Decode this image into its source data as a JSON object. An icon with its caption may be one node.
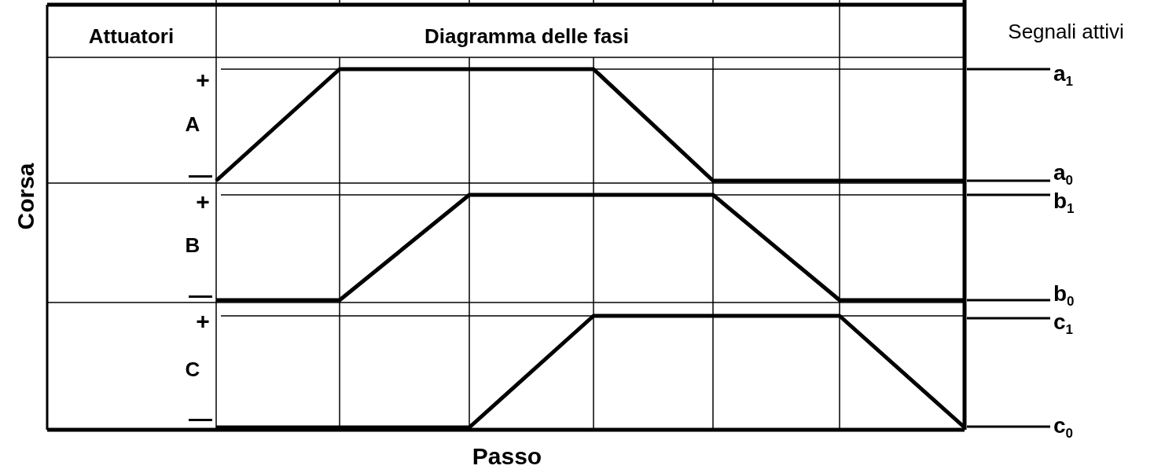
{
  "diagram": {
    "nodes": [
      {
        "text": [
          "a$_{1}$"
        ]
      },
      {
        "text": [
          "a$_{0}$"
        ]
      },
      {
        "text": [
          "b$_{1}$"
        ]
      },
      {
        "text": [
          "b$_{0}$"
        ]
      },
      {
        "text": [
          "c$_{1}$"
        ]
      },
      {
        "text": [
          "c$_{0}$"
        ]
      }
    ],
    "edges": [
      {
        "from": 0,
        "to": null,
        "arrow": "none"
      },
      {
        "from": 1,
        "to": null,
        "arrow": "none"
      },
      {
        "from": 2,
        "to": null,
        "arrow": "none"
      },
      {
        "from": 3,
        "to": null,
        "arrow": "none"
      },
      {
        "from": 4,
        "to": null,
        "arrow": "none"
      },
      {
        "from": 5,
        "to": null,
        "arrow": "none"
      }
    ],
    "labels": [
      "Attuatori",
      "Diagramma delle fasi",
      "Segnali attivi",
      "+",
      "A",
      "—",
      "Corsa",
      "+",
      "B",
      "—",
      "+",
      "C",
      "—",
      "Passo"
    ]
  }
}
